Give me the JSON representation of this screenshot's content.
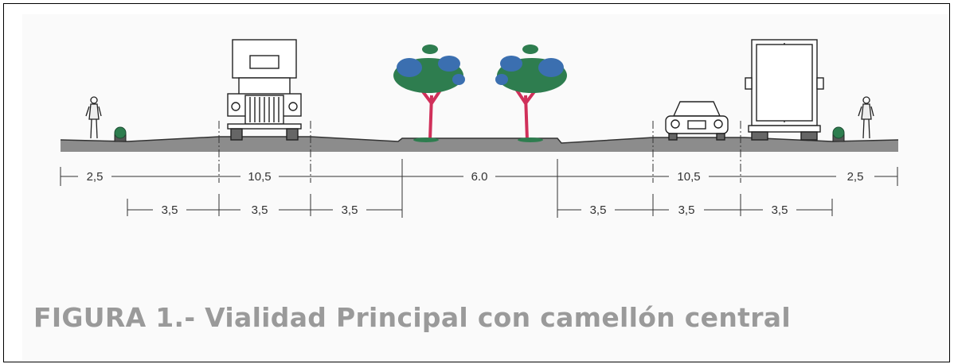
{
  "dimensions": {
    "top_row": [
      "2,5",
      "10,5",
      "6.0",
      "10,5",
      "2,5"
    ],
    "bottom_row": [
      "3,5",
      "3,5",
      "3,5",
      "3,5",
      "3,5",
      "3,5"
    ]
  },
  "caption": "FIGURA 1.- Vialidad Principal con camellón central",
  "colors": {
    "ground": "#8c8c8c",
    "foliage": "#2e7d4f",
    "foliage_blue": "#3b6fb0",
    "trunk": "#d0305a",
    "caption": "#9a9a9a"
  },
  "icons": [
    "pedestrian-icon",
    "shrub-icon",
    "truck-front-icon",
    "tree-icon",
    "car-front-icon",
    "truck-rear-icon"
  ]
}
